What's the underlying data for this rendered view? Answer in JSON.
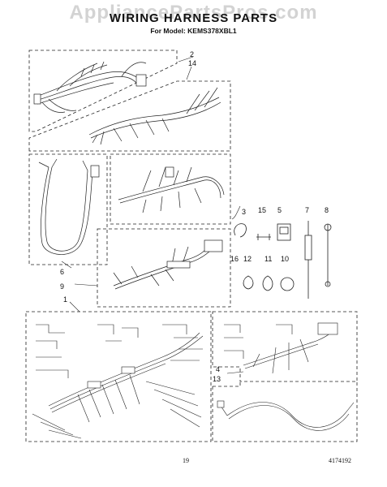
{
  "header": {
    "watermark": "AppliancePartsPros.com",
    "title": "WIRING HARNESS PARTS",
    "model": "For Model: KEMS378XBL1"
  },
  "callouts": {
    "c2": "2",
    "c14": "14",
    "c3": "3",
    "c15": "15",
    "c5": "5",
    "c7": "7",
    "c8": "8",
    "c16": "16",
    "c12": "12",
    "c11": "11",
    "c10": "10",
    "c6": "6",
    "c9": "9",
    "c1": "1",
    "c4": "4",
    "c13": "13"
  },
  "footer": {
    "page": "19",
    "doc_number": "4174192"
  }
}
